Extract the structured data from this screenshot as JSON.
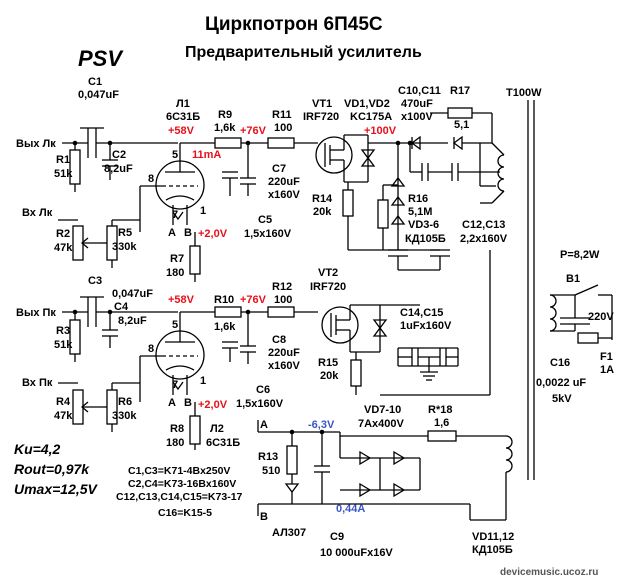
{
  "title": "Циркпотрон 6П45С",
  "subtitle": "Предварительный усилитель",
  "brand": "PSV",
  "specs": {
    "ku": "Ku=4,2",
    "rout": "Rout=0,97k",
    "umax": "Umax=12,5V"
  },
  "footer": "devicemusic.ucoz.ru",
  "caps_list": [
    "C1,C3=K71-4Bx250V",
    "C2,C4=K73-16Bx160V",
    "C12,C13,C14,C15=K73-17",
    "C16=K15-5"
  ],
  "colors": {
    "voltage_red": "#e8101a",
    "voltage_blue": "#3a55c8"
  },
  "labels": {
    "c1_name": "C1",
    "c1_val": "0,047uF",
    "out_l": "Вых Лк",
    "r1_name": "R1",
    "r1_val": "51k",
    "c2_name": "C2",
    "c2_val": "8,2uF",
    "in_l": "Вх Лк",
    "r2_name": "R2",
    "r2_val": "47k",
    "r5_name": "R5",
    "r5_val": "330k",
    "l1_name": "Л1",
    "l1_type": "6С31Б",
    "v58_top": "+58V",
    "r9_name": "R9",
    "r9_val": "1,6k",
    "v76_top": "+76V",
    "r11_name": "R11",
    "r11_val": "100",
    "i11": "11mA",
    "c7_name": "C7",
    "c7_val": "220uF",
    "c7_v": "x160V",
    "c5_name": "C5",
    "c5_val": "1,5x160V",
    "r7_name": "R7",
    "r7_val": "180",
    "v2_top": "+2,0V",
    "vt1_name": "VT1",
    "vt1_type": "IRF720",
    "vd12_name": "VD1,VD2",
    "vd12_type": "KC175A",
    "v100": "+100V",
    "r14_name": "R14",
    "r14_val": "20k",
    "c1011_name": "C10,C11",
    "c1011_val": "470uF",
    "c1011_v": "x100V",
    "r17_name": "R17",
    "r17_val": "5,1",
    "r16_name": "R16",
    "r16_val": "5,1M",
    "vd36_name": "VD3-6",
    "vd36_type": "КД105Б",
    "c1213_name": "C12,C13",
    "c1213_val": "2,2x160V",
    "t100": "T100W",
    "p_val": "P=8,2W",
    "b1": "B1",
    "v220": "220V",
    "f1_name": "F1",
    "f1_val": "1A",
    "c16_name": "C16",
    "c16_val": "0,0022 uF",
    "c16_v": "5kV",
    "c3_name": "C3",
    "c3_val": "0,047uF",
    "out_p": "Вых Пк",
    "r3_name": "R3",
    "r3_val": "51k",
    "c4_name": "C4",
    "c4_val": "8,2uF",
    "v58_bot": "+58V",
    "r10_name": "R10",
    "r10_val": "1,6k",
    "v76_bot": "+76V",
    "r12_name": "R12",
    "r12_val": "100",
    "vt2_name": "VT2",
    "vt2_type": "IRF720",
    "c1415_name": "C14,C15",
    "c1415_val": "1uFx160V",
    "c8_name": "C8",
    "c8_val": "220uF",
    "c8_v": "x160V",
    "c6_name": "C6",
    "c6_val": "1,5x160V",
    "in_p": "Вх Пк",
    "r4_name": "R4",
    "r4_val": "47k",
    "r6_name": "R6",
    "r6_val": "330k",
    "r15_name": "R15",
    "r15_val": "20k",
    "r8_name": "R8",
    "r8_val": "180",
    "v2_bot": "+2,0V",
    "l2_name": "Л2",
    "l2_type": "6С31Б",
    "pin5": "5",
    "pin8": "8",
    "pin7": "7",
    "pin1": "1",
    "pin_a": "A",
    "pin_b": "B",
    "pin5b": "5",
    "pin8b": "8",
    "pin7b": "7",
    "pin1b": "1",
    "pin_ab": "A",
    "pin_bb": "B",
    "psu_a": "A",
    "psu_b": "B",
    "v63": "-6,3V",
    "i044": "0,44A",
    "r13_name": "R13",
    "r13_val": "510",
    "al307": "АЛ307",
    "c9_name": "C9",
    "c9_val": "10 000uFx16V",
    "vd710_name": "VD7-10",
    "vd710_type": "7Ax400V",
    "r18_name": "R*18",
    "r18_val": "1,6",
    "vd1112_name": "VD11,12",
    "vd1112_type": "КД105Б"
  }
}
